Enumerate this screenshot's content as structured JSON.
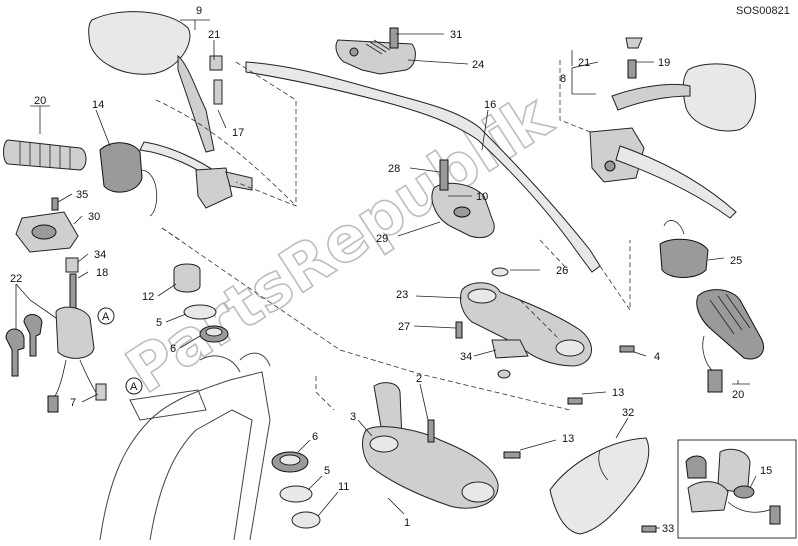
{
  "diagram": {
    "code": "SOS00821",
    "watermark": "PartsRepublik",
    "callouts": [
      "9",
      "21",
      "31",
      "24",
      "21",
      "19",
      "8",
      "16",
      "20",
      "14",
      "17",
      "28",
      "10",
      "35",
      "29",
      "26",
      "30",
      "34",
      "18",
      "25",
      "22",
      "12",
      "23",
      "27",
      "A",
      "5",
      "4",
      "34",
      "6",
      "A",
      "7",
      "2",
      "13",
      "3",
      "6",
      "13",
      "32",
      "5",
      "20",
      "15",
      "11",
      "1",
      "33"
    ]
  }
}
